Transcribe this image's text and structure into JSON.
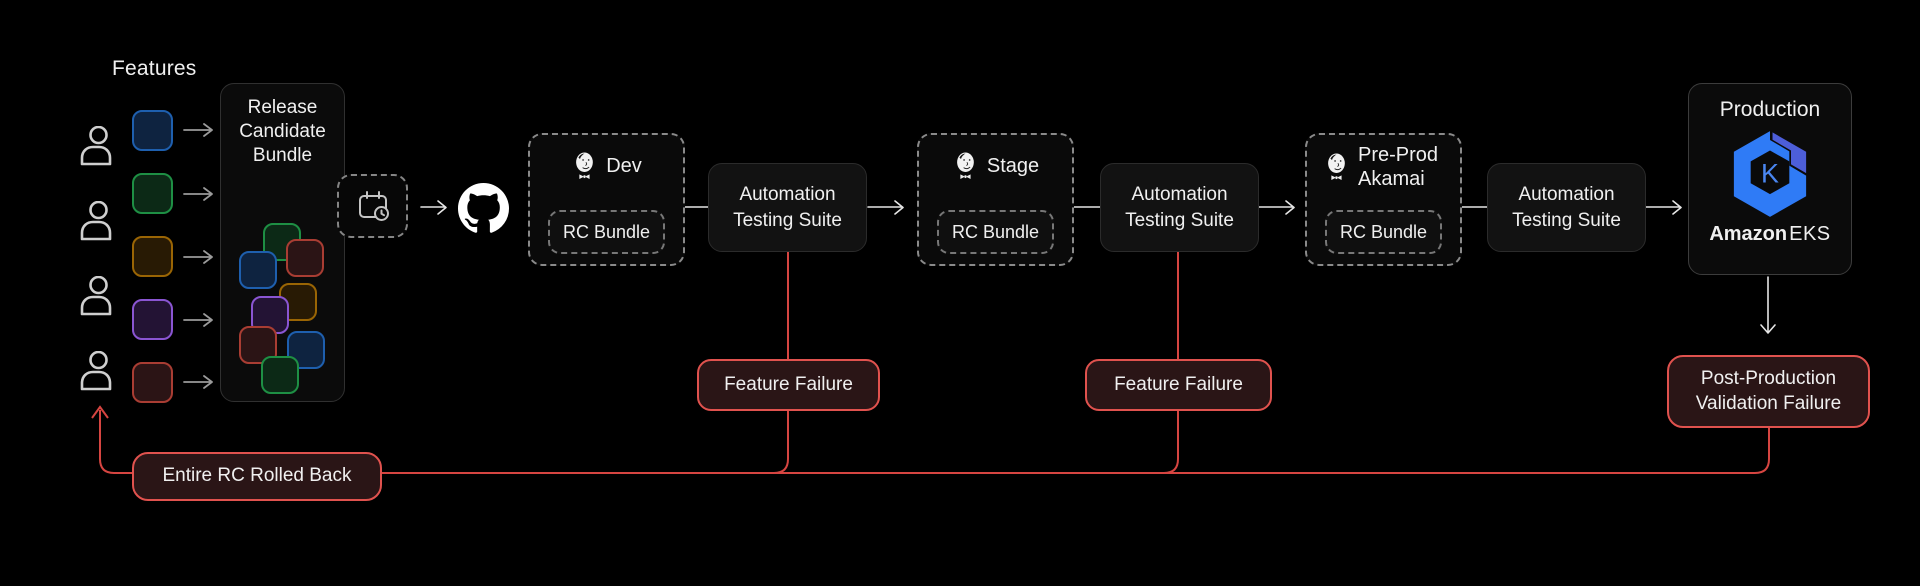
{
  "title": "Release Candidate CI/CD pipeline diagram",
  "colors": {
    "red": "#e0524e",
    "red_line": "#d64541",
    "red_fill": "#2a1516",
    "gray_arrow": "#9a9a9a",
    "white_line": "#e6e6e6",
    "eks_blue": "#2f7bf6",
    "eks_indigo": "#4d5ed9",
    "eks_k": "#4a86f0"
  },
  "palette": {
    "blue": {
      "border": "#1e5fae",
      "fill": "#0e2340"
    },
    "green": {
      "border": "#1e8f44",
      "fill": "#0c2916"
    },
    "orange": {
      "border": "#9a6504",
      "fill": "#281a04"
    },
    "purple": {
      "border": "#8a55d2",
      "fill": "#231334"
    },
    "red": {
      "border": "#a93d33",
      "fill": "#2b1415"
    }
  },
  "features": {
    "label": "Features",
    "developer_count": 4,
    "order": [
      "blue",
      "green",
      "orange",
      "purple",
      "red"
    ]
  },
  "rc_bundle": {
    "title": "Release Candidate Bundle",
    "cluster_order": [
      "green",
      "red",
      "blue",
      "orange",
      "purple",
      "red",
      "blue",
      "green"
    ]
  },
  "icons": {
    "person": "person-icon",
    "scheduler": "calendar-clock-icon",
    "source": "github-icon",
    "ci": "jenkins-icon",
    "platform": "amazon-eks-logo"
  },
  "stages": [
    {
      "label": "Dev",
      "bundle": "RC Bundle"
    },
    {
      "label": "Stage",
      "bundle": "RC Bundle"
    },
    {
      "label": "Pre-Prod Akamai",
      "bundle": "RC Bundle"
    }
  ],
  "testing": {
    "label": "Automation Testing Suite"
  },
  "production": {
    "title": "Production",
    "brand": "Amazon",
    "product": "EKS",
    "logo_letter": "K"
  },
  "failures": {
    "feature": "Feature Failure",
    "post_production": "Post-Production Validation Failure",
    "rollback": "Entire RC Rolled Back"
  }
}
